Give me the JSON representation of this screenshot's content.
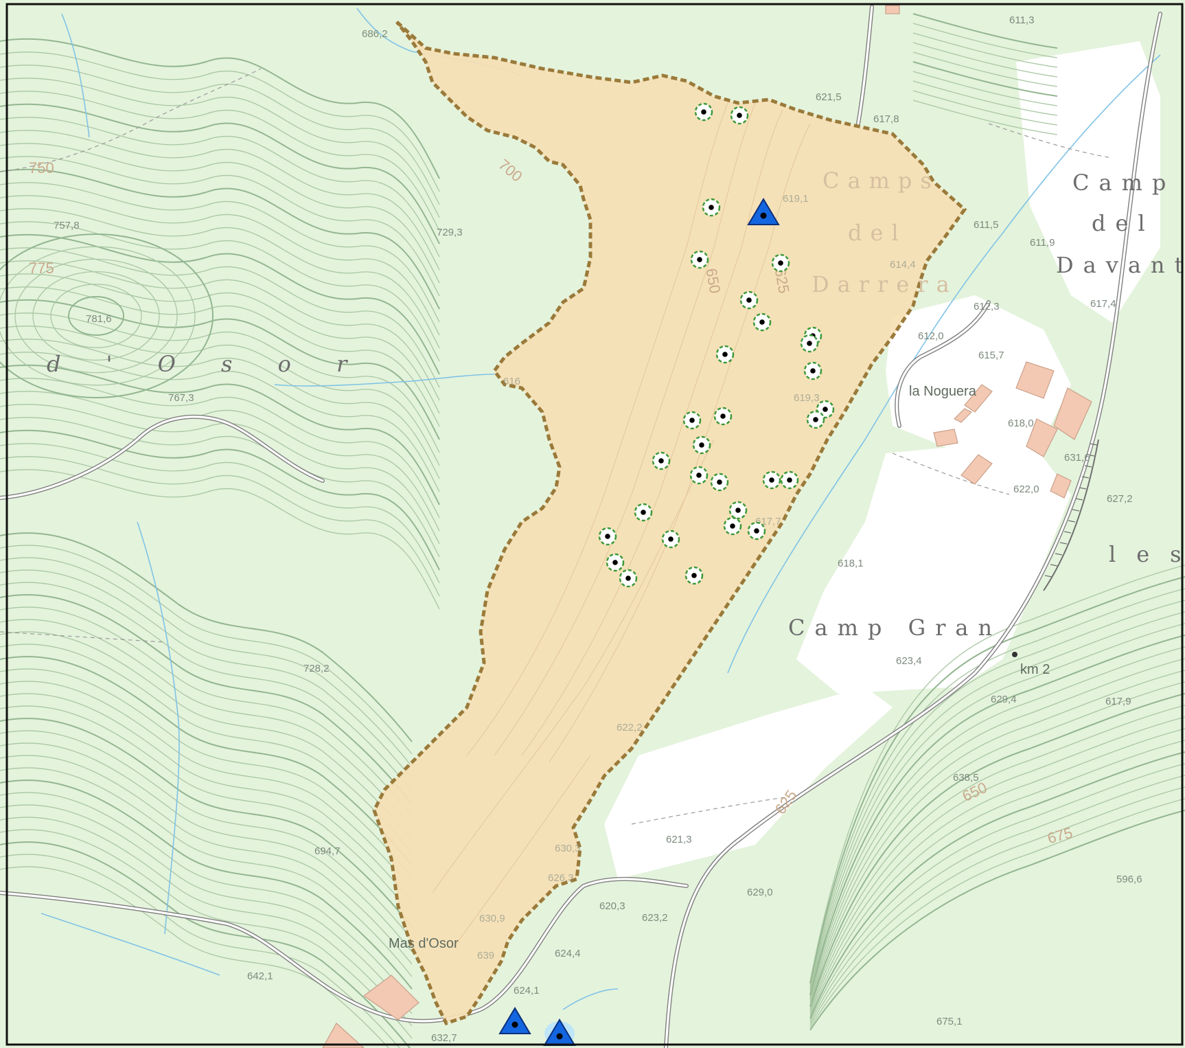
{
  "map": {
    "colors": {
      "background": "#e4f3dc",
      "clearing": "#ffffff",
      "study_area_fill": "#f6dfb4",
      "study_area_border": "#9a7a3a",
      "contour": "#a9c7a3",
      "stream": "#7fc3e6",
      "triangle": "#1466e0",
      "tree_marker": "#3f9a3a",
      "building": "#f3c9b3"
    },
    "place_names": {
      "osor": "d ' O s o r",
      "camps1": "Camps",
      "camps2": "del",
      "camps3": "Darrera",
      "camp_davant1": "Camp",
      "camp_davant2": "del",
      "camp_davant3": "Davant",
      "les": "les",
      "la_noguera": "la Noguera",
      "camp_gran": "Camp Gran",
      "mas_osor": "Mas d'Osor",
      "km2": "km 2"
    },
    "contour_labels": {
      "c750": "750",
      "c775": "775",
      "c700": "700",
      "c650": "650",
      "c625": "625",
      "c675": "675",
      "c650b": "650",
      "c625b": "625"
    },
    "spot_heights": {
      "s1": "686,2",
      "s2": "611,3",
      "s3": "621,5",
      "s4": "617,8",
      "s5": "619,1",
      "s6": "757,8",
      "s7": "729,3",
      "s8": "781,6",
      "s9": "767,3",
      "s10": "611,5",
      "s11": "611,9",
      "s12": "614,4",
      "s13": "617,4",
      "s14": "612,3",
      "s15": "612,0",
      "s16": "615,7",
      "s17": "616",
      "s18": "619,3",
      "s19": "618,0",
      "s20": "631,6",
      "s21": "622,0",
      "s22": "627,2",
      "s23": "617,7",
      "s24": "618,1",
      "s25": "623,4",
      "s26": "728,2",
      "s27": "629,4",
      "s28": "617,9",
      "s29": "622,2",
      "s30": "638,5",
      "s31": "694,7",
      "s32": "621,3",
      "s33": "630,3",
      "s34": "626,3",
      "s35": "629,0",
      "s36": "596,6",
      "s37": "620,3",
      "s38": "623,2",
      "s39": "630,9",
      "s40": "624,4",
      "s41": "642,1",
      "s42": "624,1",
      "s43": "675,1",
      "s44": "632,7",
      "s45": "639"
    },
    "icons": {
      "triangle": "blue-triangle-marker-icon",
      "tree": "tree-survey-point-icon"
    }
  }
}
